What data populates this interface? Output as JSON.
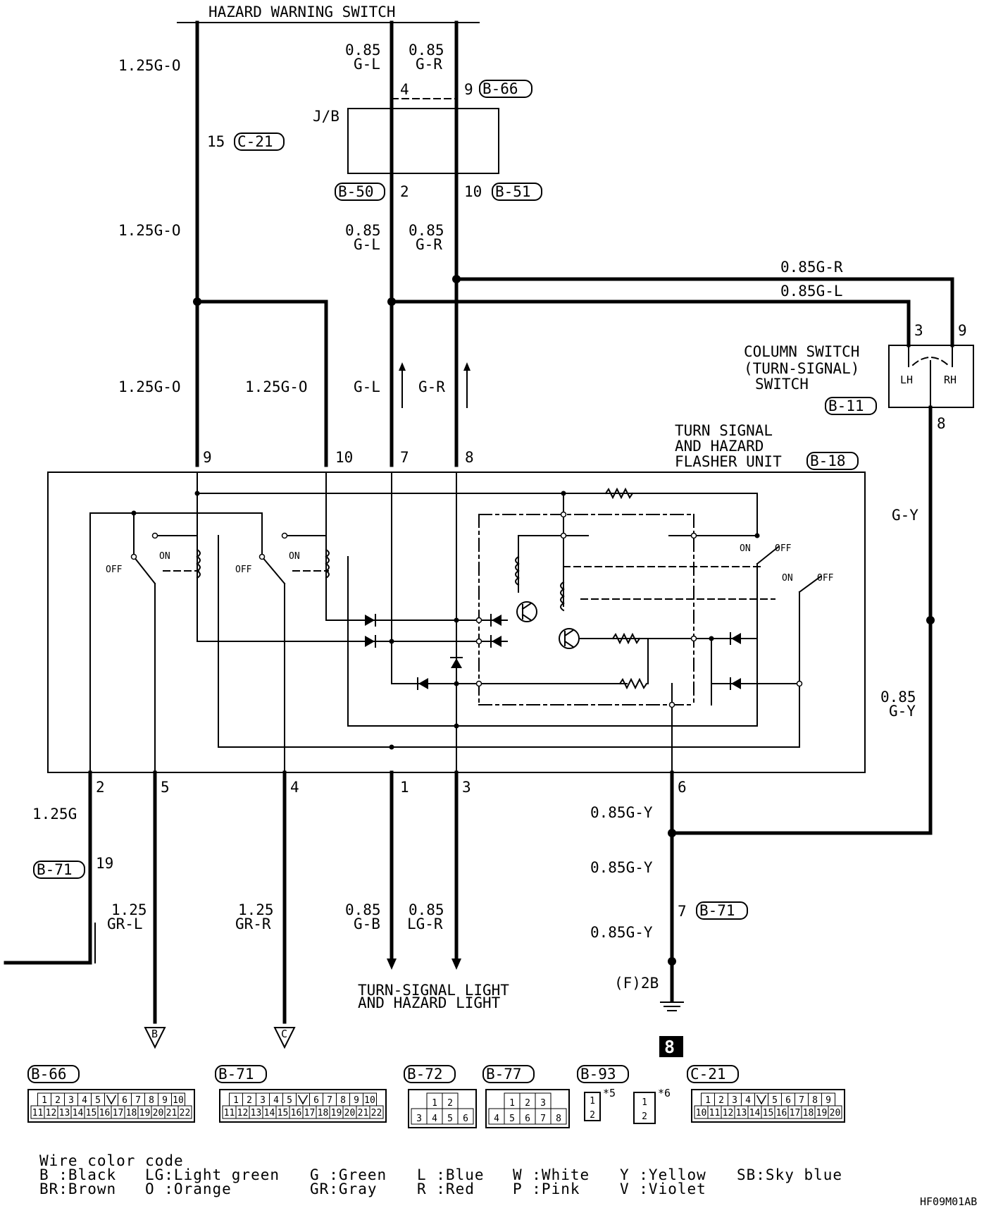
{
  "diagram": {
    "title": "HAZARD WARNING SWITCH",
    "wires_top": {
      "left": "1.25G-O",
      "gl_size": "0.85",
      "gl_color": "G-L",
      "gr_size": "0.85",
      "gr_color": "G-R",
      "mid_left": "1.25G-O",
      "mid_gl_size": "0.85",
      "mid_gl_color": "G-L",
      "mid_gr_size": "0.85",
      "mid_gr_color": "G-R",
      "lower_left": "1.25G-O",
      "lower_mid": "1.25G-O",
      "lower_gl": "G-L",
      "lower_gr": "G-R"
    },
    "pins": {
      "p4": "4",
      "p9": "9",
      "p15": "15",
      "p2": "2",
      "p10": "10",
      "u9": "9",
      "u10": "10",
      "u7": "7",
      "u8": "8",
      "cs3": "3",
      "cs9": "9",
      "cs8": "8",
      "b2": "2",
      "b5": "5",
      "b4": "4",
      "b1": "1",
      "b3": "3",
      "b6": "6",
      "p19": "19",
      "p7": "7"
    },
    "connectors": {
      "b66": "B-66",
      "c21": "C-21",
      "b50": "B-50",
      "b51": "B-51",
      "b11": "B-11",
      "b18": "B-18",
      "b71": "B-71",
      "b71b": "B-71"
    },
    "jb": "J/B",
    "column_switch": {
      "line1": "COLUMN SWITCH",
      "line2": "(TURN-SIGNAL)",
      "line3": "SWITCH",
      "lh": "LH",
      "rh": "RH"
    },
    "flasher": {
      "line1": "TURN SIGNAL",
      "line2": "AND HAZARD",
      "line3": "FLASHER UNIT",
      "on": "ON",
      "off": "OFF"
    },
    "right_wires": {
      "gr": "0.85G-R",
      "gl": "0.85G-L",
      "gy": "G-Y",
      "gy_size": "0.85",
      "gy_color": "G-Y"
    },
    "bottom_wires": {
      "w1": "1.25G",
      "grl_size": "1.25",
      "grl_color": "GR-L",
      "grr_size": "1.25",
      "grr_color": "GR-R",
      "gb_size": "0.85",
      "gb_color": "G-B",
      "lgr_size": "0.85",
      "lgr_color": "LG-R",
      "gy1": "0.85G-Y",
      "gy2": "0.85G-Y",
      "gy3": "0.85G-Y",
      "ground_code": "(F)2B",
      "ground_no": "8",
      "arrow_b": "B",
      "arrow_c": "C"
    },
    "light_label": {
      "line1": "TURN-SIGNAL LIGHT",
      "line2": "AND HAZARD LIGHT"
    }
  },
  "connector_views": {
    "b66": {
      "label": "B-66",
      "row1": [
        "1",
        "2",
        "3",
        "4",
        "5",
        "",
        "6",
        "7",
        "8",
        "9",
        "10"
      ],
      "row2": [
        "11",
        "12",
        "13",
        "14",
        "15",
        "16",
        "17",
        "18",
        "19",
        "20",
        "21",
        "22"
      ]
    },
    "b71": {
      "label": "B-71",
      "row1": [
        "1",
        "2",
        "3",
        "4",
        "5",
        "",
        "6",
        "7",
        "8",
        "9",
        "10"
      ],
      "row2": [
        "11",
        "12",
        "13",
        "14",
        "15",
        "16",
        "17",
        "18",
        "19",
        "20",
        "21",
        "22"
      ]
    },
    "b72": {
      "label": "B-72",
      "row1": [
        "1",
        "2"
      ],
      "row2": [
        "3",
        "4",
        "5",
        "6"
      ]
    },
    "b77": {
      "label": "B-77",
      "row1": [
        "1",
        "2",
        "3"
      ],
      "row2": [
        "4",
        "5",
        "6",
        "7",
        "8"
      ]
    },
    "b93": {
      "label": "B-93",
      "pins": [
        "1",
        "2"
      ],
      "note": "*5"
    },
    "x6": {
      "pins": [
        "1",
        "2"
      ],
      "note": "*6"
    },
    "c21": {
      "label": "C-21",
      "row1": [
        "1",
        "2",
        "3",
        "4",
        "",
        "5",
        "6",
        "7",
        "8",
        "9"
      ],
      "row2": [
        "10",
        "11",
        "12",
        "13",
        "14",
        "15",
        "16",
        "17",
        "18",
        "19",
        "20"
      ]
    }
  },
  "legend": {
    "title": "Wire color code",
    "col1": [
      "B :Black",
      "BR:Brown"
    ],
    "col2": [
      "LG:Light green",
      "O :Orange"
    ],
    "col3": [
      "G :Green",
      "GR:Gray"
    ],
    "col4": [
      "L :Blue",
      "R :Red"
    ],
    "col5": [
      "W :White",
      "P :Pink"
    ],
    "col6": [
      "Y :Yellow",
      "V :Violet"
    ],
    "col7": [
      "SB:Sky blue"
    ]
  },
  "figure_code": "HF09M01AB"
}
